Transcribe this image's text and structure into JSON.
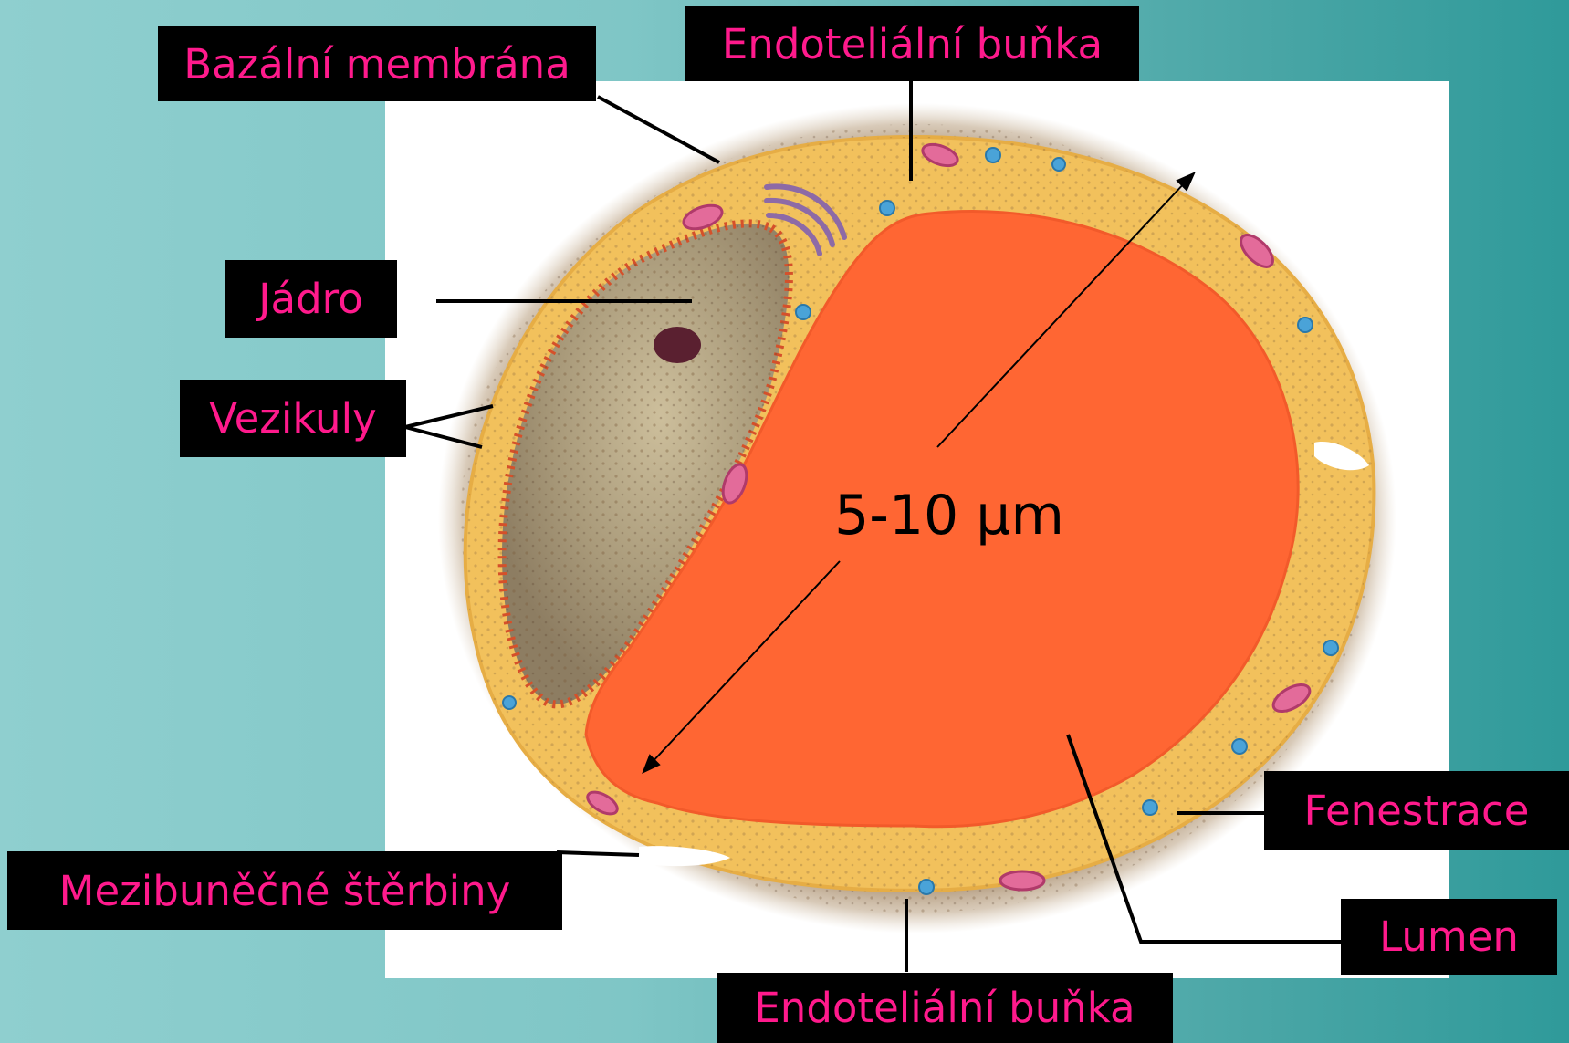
{
  "labels": {
    "bazalni_membrana": "Bazální membrána",
    "endotelialni_bunka_top": "Endoteliální buňka",
    "jadro": "Jádro",
    "vezikuly": "Vezikuly",
    "fenestrace": "Fenestrace",
    "lumen": "Lumen",
    "mezibunecne_sterbiny": "Mezibuněčné štěrbiny",
    "endotelialni_bunka_bottom": "Endoteliální buňka"
  },
  "measurement": "5-10 μm",
  "colors": {
    "label_background": "#000000",
    "label_text": "#ff1a8c",
    "lumen": "#ff6633",
    "cytoplasm": "#f2c15c",
    "basal_membrane": "#b08a5a",
    "nucleus": "#b9a98a",
    "background": "#5fb5b5"
  }
}
